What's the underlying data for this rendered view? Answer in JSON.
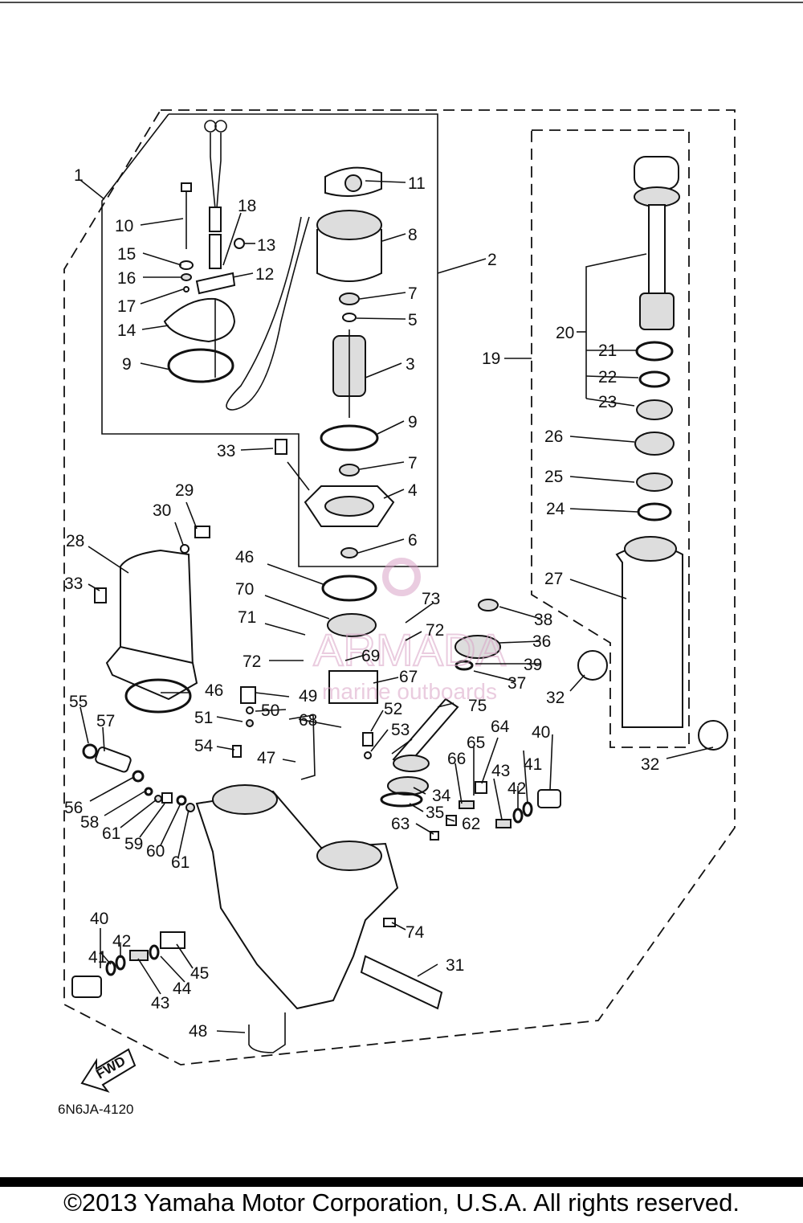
{
  "diagram_code": "6N6JA-4120",
  "fwd_label": "FWD",
  "copyright": "©2013 Yamaha Motor Corporation, U.S.A. All rights reserved.",
  "watermark": {
    "name": "ARMADA",
    "tagline": "marine outboards",
    "color": "#d9a3c6"
  },
  "part_labels": [
    {
      "id": "p1",
      "text": "1"
    },
    {
      "id": "p2",
      "text": "2"
    },
    {
      "id": "p3",
      "text": "3"
    },
    {
      "id": "p4",
      "text": "4"
    },
    {
      "id": "p5",
      "text": "5"
    },
    {
      "id": "p6",
      "text": "6"
    },
    {
      "id": "p7a",
      "text": "7"
    },
    {
      "id": "p7b",
      "text": "7"
    },
    {
      "id": "p8",
      "text": "8"
    },
    {
      "id": "p9a",
      "text": "9"
    },
    {
      "id": "p9b",
      "text": "9"
    },
    {
      "id": "p10",
      "text": "10"
    },
    {
      "id": "p11",
      "text": "11"
    },
    {
      "id": "p12",
      "text": "12"
    },
    {
      "id": "p13",
      "text": "13"
    },
    {
      "id": "p14",
      "text": "14"
    },
    {
      "id": "p15",
      "text": "15"
    },
    {
      "id": "p16",
      "text": "16"
    },
    {
      "id": "p17",
      "text": "17"
    },
    {
      "id": "p18",
      "text": "18"
    },
    {
      "id": "p19",
      "text": "19"
    },
    {
      "id": "p20",
      "text": "20"
    },
    {
      "id": "p21",
      "text": "21"
    },
    {
      "id": "p22",
      "text": "22"
    },
    {
      "id": "p23",
      "text": "23"
    },
    {
      "id": "p24",
      "text": "24"
    },
    {
      "id": "p25",
      "text": "25"
    },
    {
      "id": "p26",
      "text": "26"
    },
    {
      "id": "p27",
      "text": "27"
    },
    {
      "id": "p28",
      "text": "28"
    },
    {
      "id": "p29",
      "text": "29"
    },
    {
      "id": "p30",
      "text": "30"
    },
    {
      "id": "p31",
      "text": "31"
    },
    {
      "id": "p32a",
      "text": "32"
    },
    {
      "id": "p32b",
      "text": "32"
    },
    {
      "id": "p33a",
      "text": "33"
    },
    {
      "id": "p33b",
      "text": "33"
    },
    {
      "id": "p34",
      "text": "34"
    },
    {
      "id": "p35",
      "text": "35"
    },
    {
      "id": "p36",
      "text": "36"
    },
    {
      "id": "p37",
      "text": "37"
    },
    {
      "id": "p38",
      "text": "38"
    },
    {
      "id": "p39",
      "text": "39"
    },
    {
      "id": "p40a",
      "text": "40"
    },
    {
      "id": "p40b",
      "text": "40"
    },
    {
      "id": "p41a",
      "text": "41"
    },
    {
      "id": "p41b",
      "text": "41"
    },
    {
      "id": "p42a",
      "text": "42"
    },
    {
      "id": "p42b",
      "text": "42"
    },
    {
      "id": "p43a",
      "text": "43"
    },
    {
      "id": "p43b",
      "text": "43"
    },
    {
      "id": "p44",
      "text": "44"
    },
    {
      "id": "p45",
      "text": "45"
    },
    {
      "id": "p46a",
      "text": "46"
    },
    {
      "id": "p46b",
      "text": "46"
    },
    {
      "id": "p47",
      "text": "47"
    },
    {
      "id": "p48",
      "text": "48"
    },
    {
      "id": "p49",
      "text": "49"
    },
    {
      "id": "p50",
      "text": "50"
    },
    {
      "id": "p51",
      "text": "51"
    },
    {
      "id": "p52",
      "text": "52"
    },
    {
      "id": "p53",
      "text": "53"
    },
    {
      "id": "p54",
      "text": "54"
    },
    {
      "id": "p55",
      "text": "55"
    },
    {
      "id": "p56",
      "text": "56"
    },
    {
      "id": "p57",
      "text": "57"
    },
    {
      "id": "p58",
      "text": "58"
    },
    {
      "id": "p59",
      "text": "59"
    },
    {
      "id": "p60",
      "text": "60"
    },
    {
      "id": "p61a",
      "text": "61"
    },
    {
      "id": "p61b",
      "text": "61"
    },
    {
      "id": "p62",
      "text": "62"
    },
    {
      "id": "p63",
      "text": "63"
    },
    {
      "id": "p64",
      "text": "64"
    },
    {
      "id": "p65",
      "text": "65"
    },
    {
      "id": "p66",
      "text": "66"
    },
    {
      "id": "p67",
      "text": "67"
    },
    {
      "id": "p68",
      "text": "68"
    },
    {
      "id": "p69",
      "text": "69"
    },
    {
      "id": "p70",
      "text": "70"
    },
    {
      "id": "p71",
      "text": "71"
    },
    {
      "id": "p72a",
      "text": "72"
    },
    {
      "id": "p72b",
      "text": "72"
    },
    {
      "id": "p73",
      "text": "73"
    },
    {
      "id": "p74",
      "text": "74"
    },
    {
      "id": "p75",
      "text": "75"
    }
  ]
}
